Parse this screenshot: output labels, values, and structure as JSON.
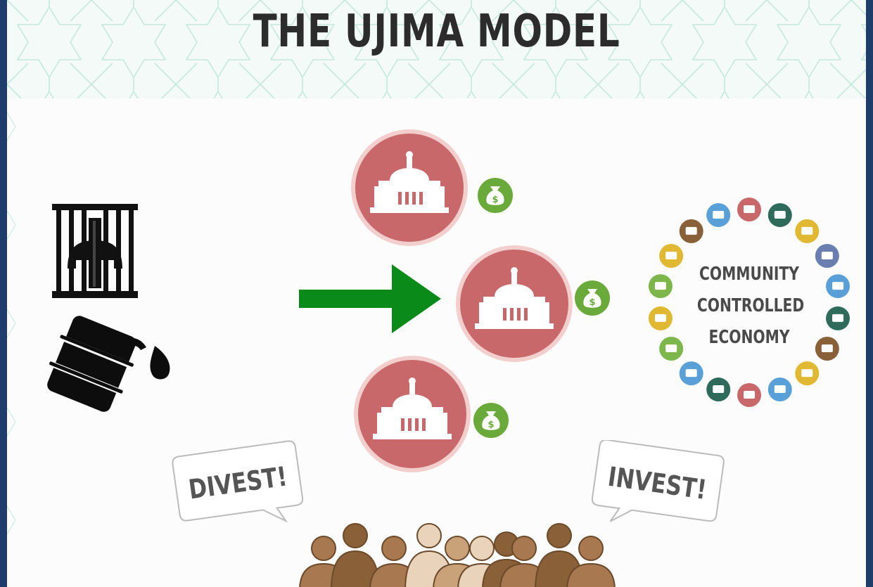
{
  "title": "THE UJIMA MODEL",
  "community": {
    "line1": "COMMUNITY",
    "line2": "CONTROLLED",
    "line3": "ECONOMY"
  },
  "bubbles": {
    "divest": "DIVEST!",
    "invest": "INVEST!"
  },
  "colors": {
    "frame": "#1e3d6b",
    "institution": "#c9686a",
    "money": "#6aaa3a",
    "arrow": "#0a8a18",
    "people": "#8a6038"
  },
  "icons": [
    "prison-icon",
    "oil-barrel-icon",
    "arrow-right-icon",
    "capitol-building-icon",
    "money-bag-icon",
    "crowd-icon"
  ]
}
